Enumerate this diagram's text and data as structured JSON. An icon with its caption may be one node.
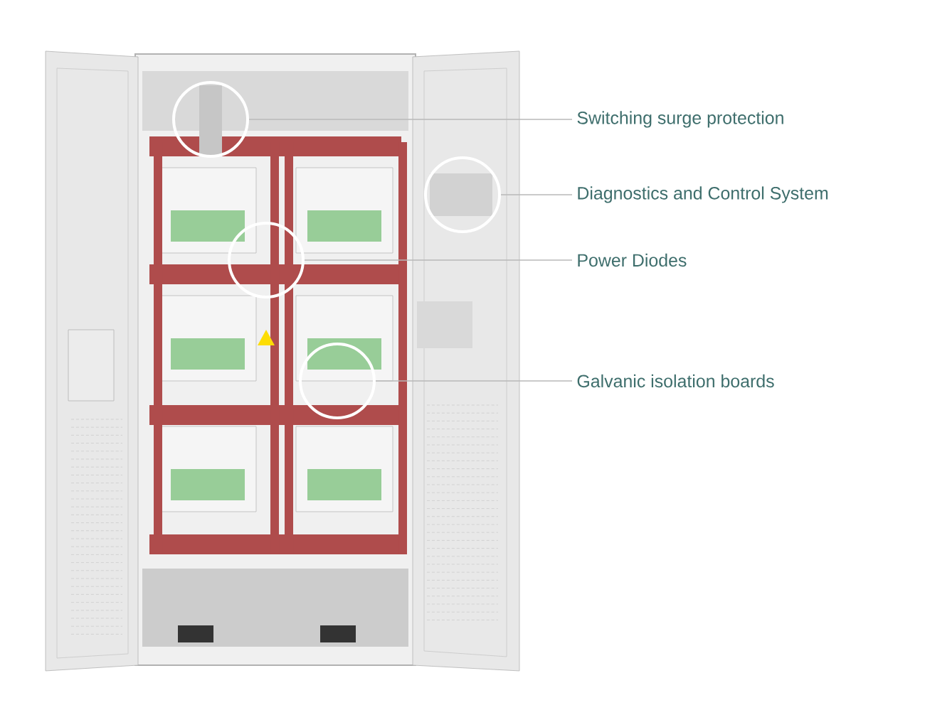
{
  "diagram": {
    "nodes": [
      {
        "text": [
          "Switching surge protection"
        ]
      },
      {
        "text": [
          "Diagnostics and Control System"
        ]
      },
      {
        "text": [
          "Power Diodes"
        ]
      },
      {
        "text": [
          "Galvanic isolation boards"
        ]
      },
      {
        "text": [],
        "shape": "circle"
      },
      {
        "text": [],
        "shape": "circle"
      },
      {
        "text": [],
        "shape": "circle"
      },
      {
        "text": [],
        "shape": "circle"
      }
    ],
    "edges": [
      {
        "from": 0,
        "to": 4,
        "arrow": "none"
      },
      {
        "from": 1,
        "to": 5,
        "arrow": "none"
      },
      {
        "from": 2,
        "to": 6,
        "arrow": "none"
      },
      {
        "from": 3,
        "to": 7,
        "arrow": "none"
      }
    ]
  }
}
